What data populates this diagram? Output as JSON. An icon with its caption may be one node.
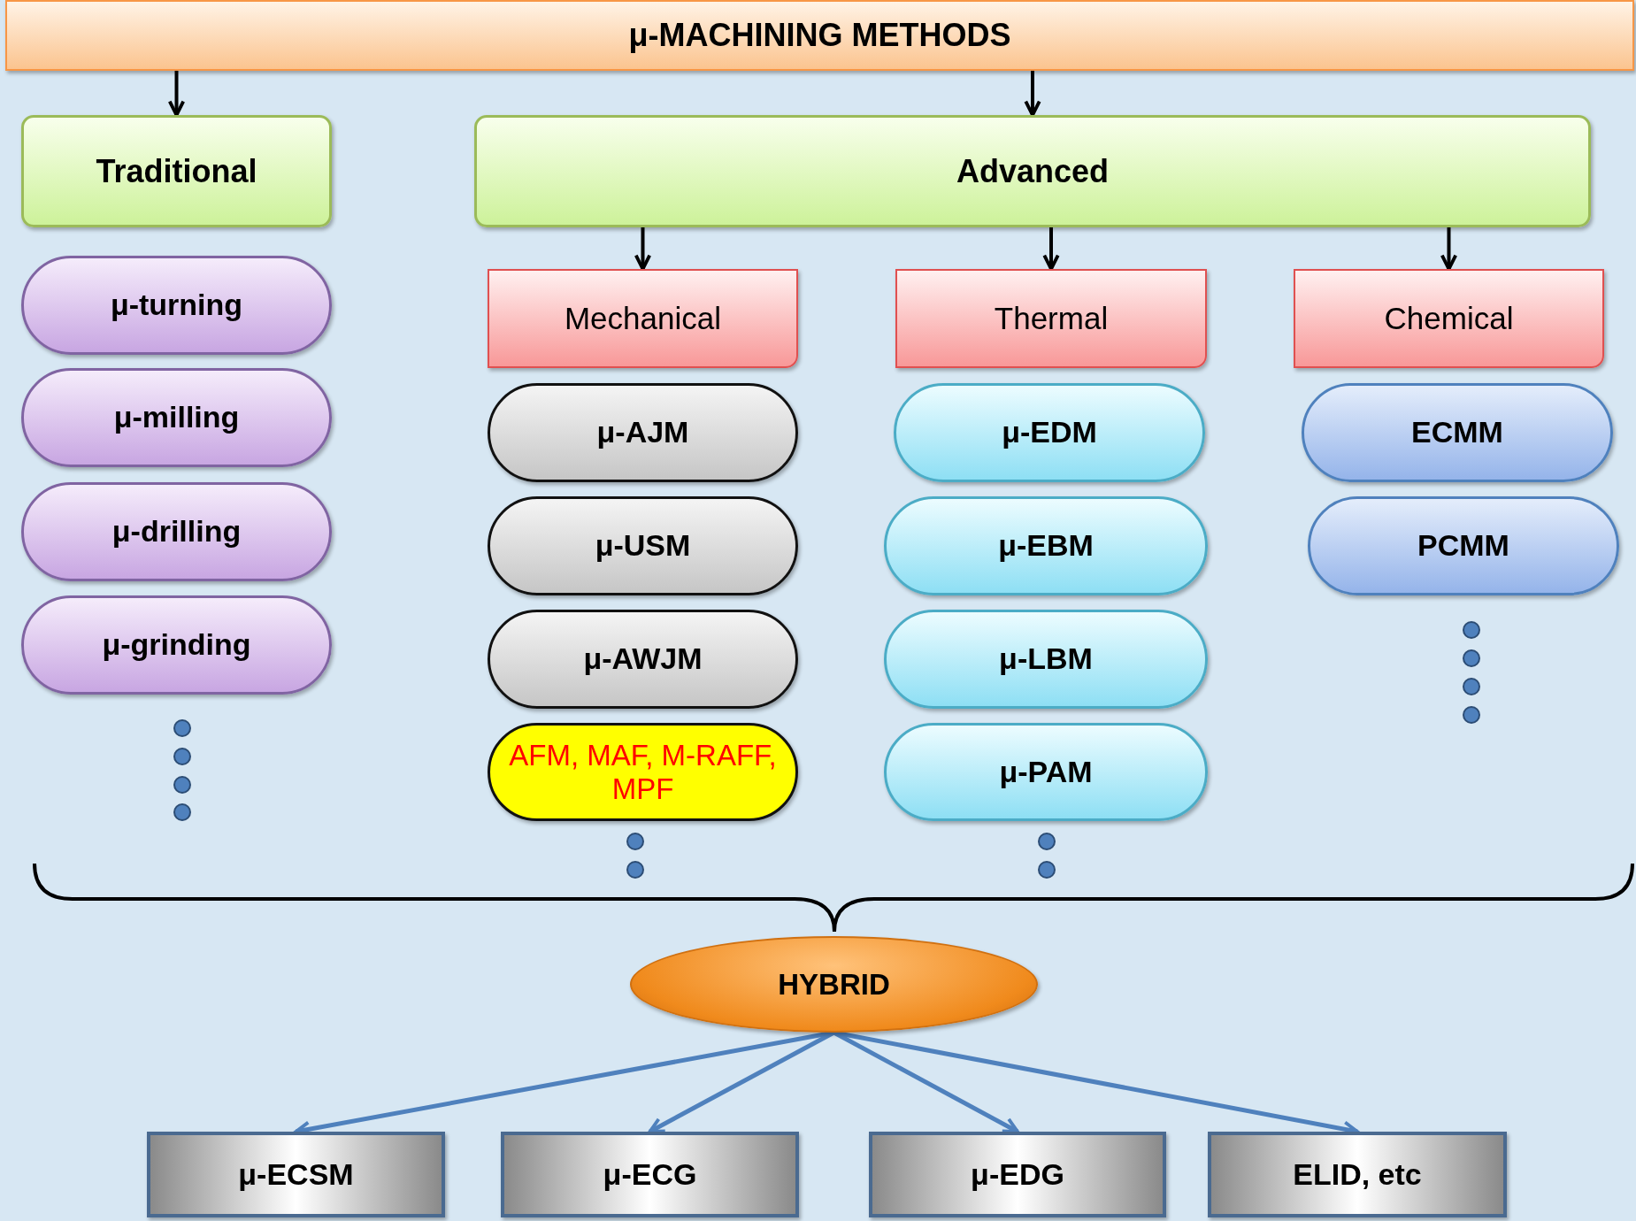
{
  "diagram": {
    "nodes": [
      {
        "text": [
          "μ-MACHINING METHODS"
        ]
      },
      {
        "text": [
          "Traditional"
        ]
      },
      {
        "text": [
          "Advanced"
        ]
      },
      {
        "text": [
          "Mechanical"
        ]
      },
      {
        "text": [
          "Thermal"
        ]
      },
      {
        "text": [
          "Chemical"
        ]
      },
      {
        "text": [
          "μ-turning"
        ]
      },
      {
        "text": [
          "μ-milling"
        ]
      },
      {
        "text": [
          "μ-drilling"
        ]
      },
      {
        "text": [
          "μ-grinding"
        ]
      },
      {
        "text": [
          "μ-AJM"
        ]
      },
      {
        "text": [
          "μ-USM"
        ]
      },
      {
        "text": [
          "μ-AWJM"
        ]
      },
      {
        "text": [
          "AFM, MAF, M-RAFF, MPF"
        ]
      },
      {
        "text": [
          "μ-EDM"
        ]
      },
      {
        "text": [
          "μ-EBM"
        ]
      },
      {
        "text": [
          "μ-LBM"
        ]
      },
      {
        "text": [
          "μ-PAM"
        ]
      },
      {
        "text": [
          "ECMM"
        ]
      },
      {
        "text": [
          "PCMM"
        ]
      },
      {
        "text": [
          "HYBRID"
        ]
      },
      {
        "text": [
          "μ-ECSM"
        ]
      },
      {
        "text": [
          "μ-ECG"
        ]
      },
      {
        "text": [
          "μ-EDG"
        ]
      },
      {
        "text": [
          "ELID, etc"
        ]
      }
    ],
    "edges": [
      {
        "from": 0,
        "to": 1,
        "arrow": "to"
      },
      {
        "from": 0,
        "to": 2,
        "arrow": "to"
      },
      {
        "from": 2,
        "to": 3,
        "arrow": "to"
      },
      {
        "from": 2,
        "to": 4,
        "arrow": "to"
      },
      {
        "from": 2,
        "to": 5,
        "arrow": "to"
      },
      {
        "from": 20,
        "to": 21,
        "arrow": "to",
        "color": "#4f81bd"
      },
      {
        "from": 20,
        "to": 22,
        "arrow": "to",
        "color": "#4f81bd"
      },
      {
        "from": 20,
        "to": 23,
        "arrow": "to",
        "color": "#4f81bd"
      },
      {
        "from": 20,
        "to": 24,
        "arrow": "to",
        "color": "#4f81bd"
      }
    ]
  }
}
